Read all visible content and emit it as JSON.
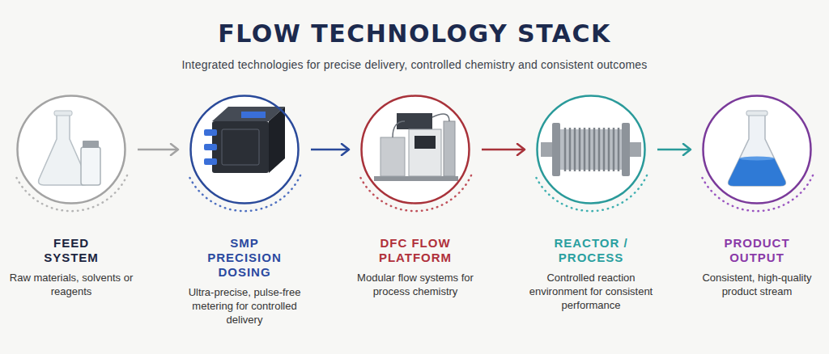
{
  "diagram": {
    "title": "FLOW TECHNOLOGY STACK",
    "caption": "Integrated technologies for precise delivery, controlled chemistry and consistent outcomes",
    "nodes": [
      {
        "text": [
          "FEED SYSTEM",
          "Raw materials, solvents or reagents"
        ]
      },
      {
        "text": [
          "SMP PRECISION DOSING",
          "Ultra-precise, pulse-free metering for controlled delivery"
        ]
      },
      {
        "text": [
          "DFC FLOW PLATFORM",
          "Modular flow systems for process chemistry"
        ]
      },
      {
        "text": [
          "REACTOR / PROCESS",
          "Controlled reaction environment for consistent performance"
        ]
      },
      {
        "text": [
          "PRODUCT OUTPUT",
          "Consistent, high-quality product stream"
        ]
      }
    ],
    "edges": [
      {
        "from": 0,
        "to": 1,
        "arrow": "to"
      },
      {
        "from": 1,
        "to": 2,
        "arrow": "to"
      },
      {
        "from": 2,
        "to": 3,
        "arrow": "to"
      },
      {
        "from": 3,
        "to": 4,
        "arrow": "to"
      }
    ]
  }
}
